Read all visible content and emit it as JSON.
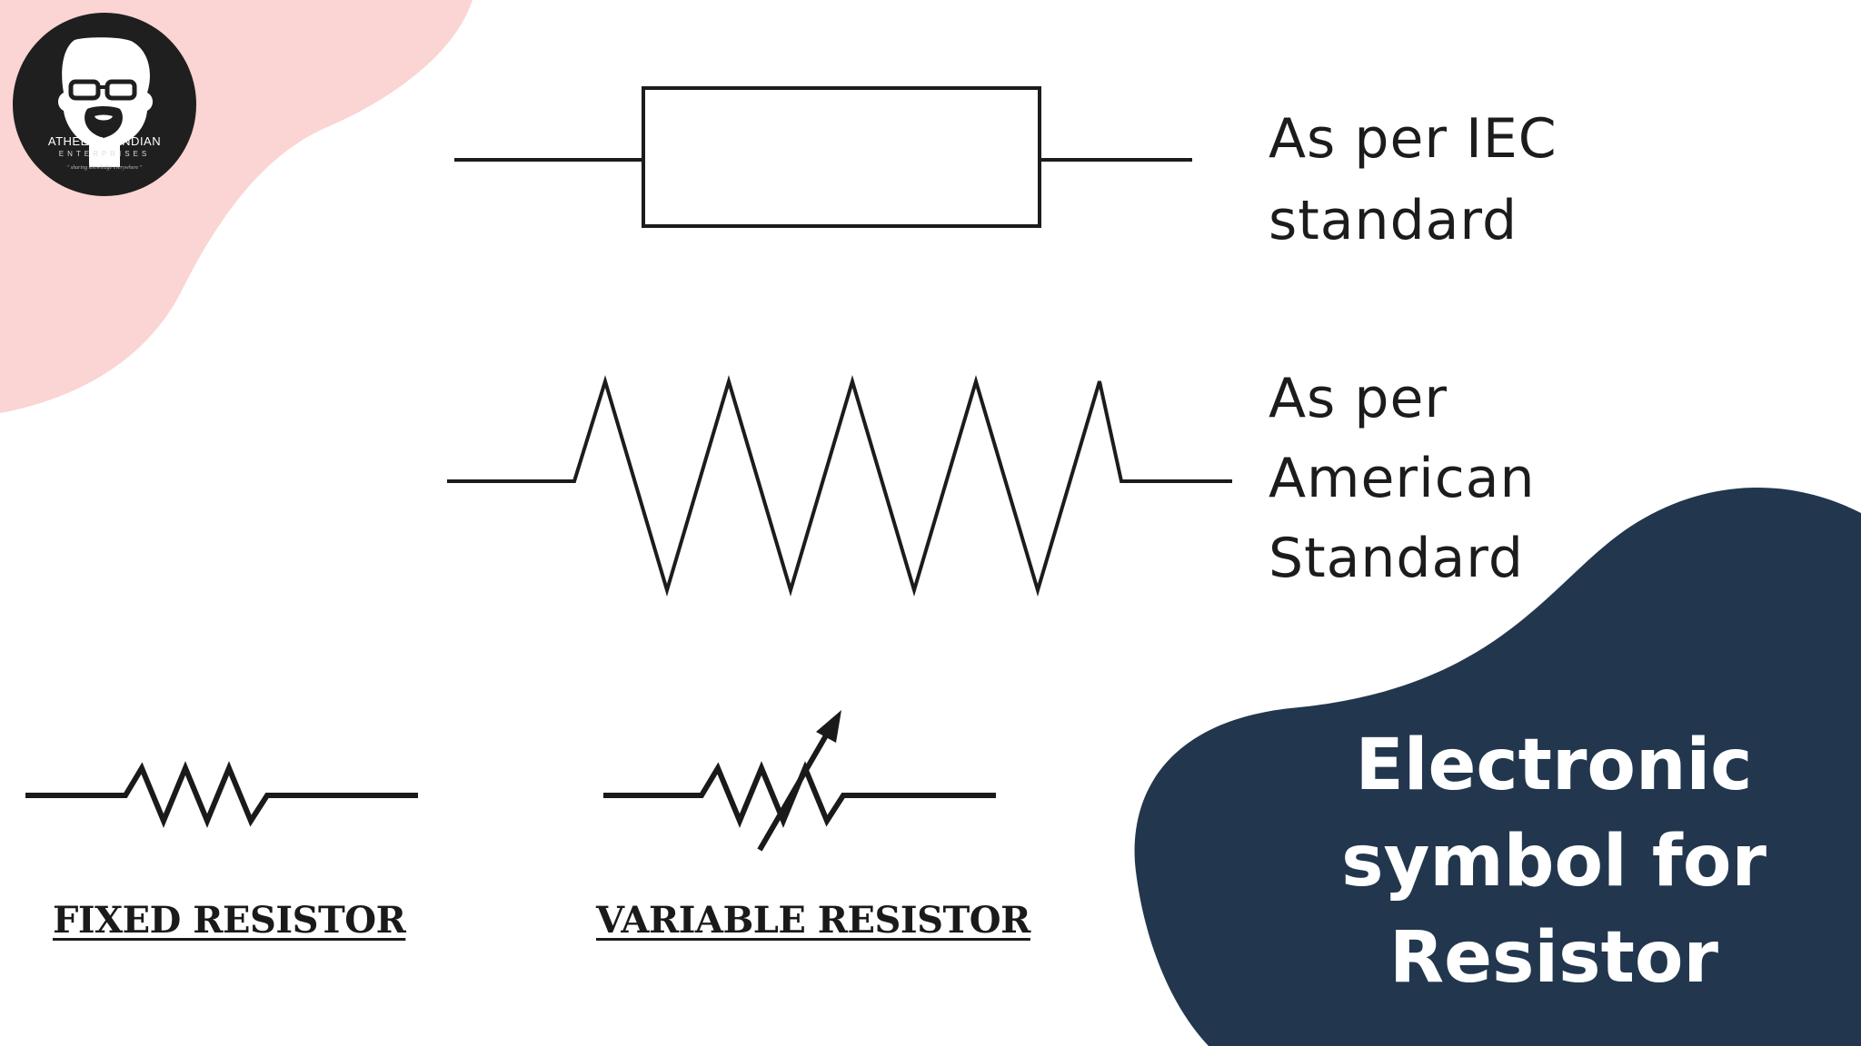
{
  "colors": {
    "background": "#ffffff",
    "pink_blob": "#fbd4d4",
    "navy_blob": "#22374e",
    "line": "#1c1c1c",
    "title_text": "#ffffff"
  },
  "logo": {
    "name": "ATHEENAPANDIAN",
    "subtitle": "ENTERPRISES",
    "tagline": "\" sharing knowledge everywhere \""
  },
  "symbols": {
    "iec": {
      "label_line1": "As per IEC",
      "label_line2": "standard"
    },
    "american": {
      "label_line1": "As per",
      "label_line2": "American",
      "label_line3": "Standard"
    },
    "fixed": {
      "caption": "FIXED RESISTOR"
    },
    "variable": {
      "caption": "VARIABLE RESISTOR"
    }
  },
  "title": {
    "line1": "Electronic",
    "line2": "symbol for",
    "line3": "Resistor"
  }
}
